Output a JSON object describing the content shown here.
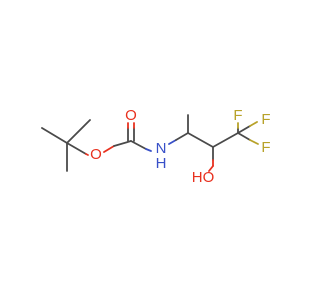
{
  "molecule": {
    "atoms": [
      {
        "id": "o-ester",
        "symbol": "O",
        "color": "#e8311f"
      },
      {
        "id": "o-carbonyl",
        "symbol": "O",
        "color": "#e8311f"
      },
      {
        "id": "n-amine",
        "symbol": "N",
        "color": "#3850c8"
      },
      {
        "id": "h-amine",
        "symbol": "H",
        "color": "#3850c8"
      },
      {
        "id": "f-top-left",
        "symbol": "F",
        "color": "#b8a22a"
      },
      {
        "id": "f-top-right",
        "symbol": "F",
        "color": "#b8a22a"
      },
      {
        "id": "f-right",
        "symbol": "F",
        "color": "#b8a22a"
      },
      {
        "id": "o-hydroxyl",
        "symbol": "HO",
        "color": "#e8311f"
      }
    ],
    "colors": {
      "carbon_bond": "#4a4a4a",
      "oxygen": "#e8311f",
      "nitrogen": "#3850c8",
      "fluorine": "#b8a22a",
      "background": "#ffffff"
    }
  }
}
